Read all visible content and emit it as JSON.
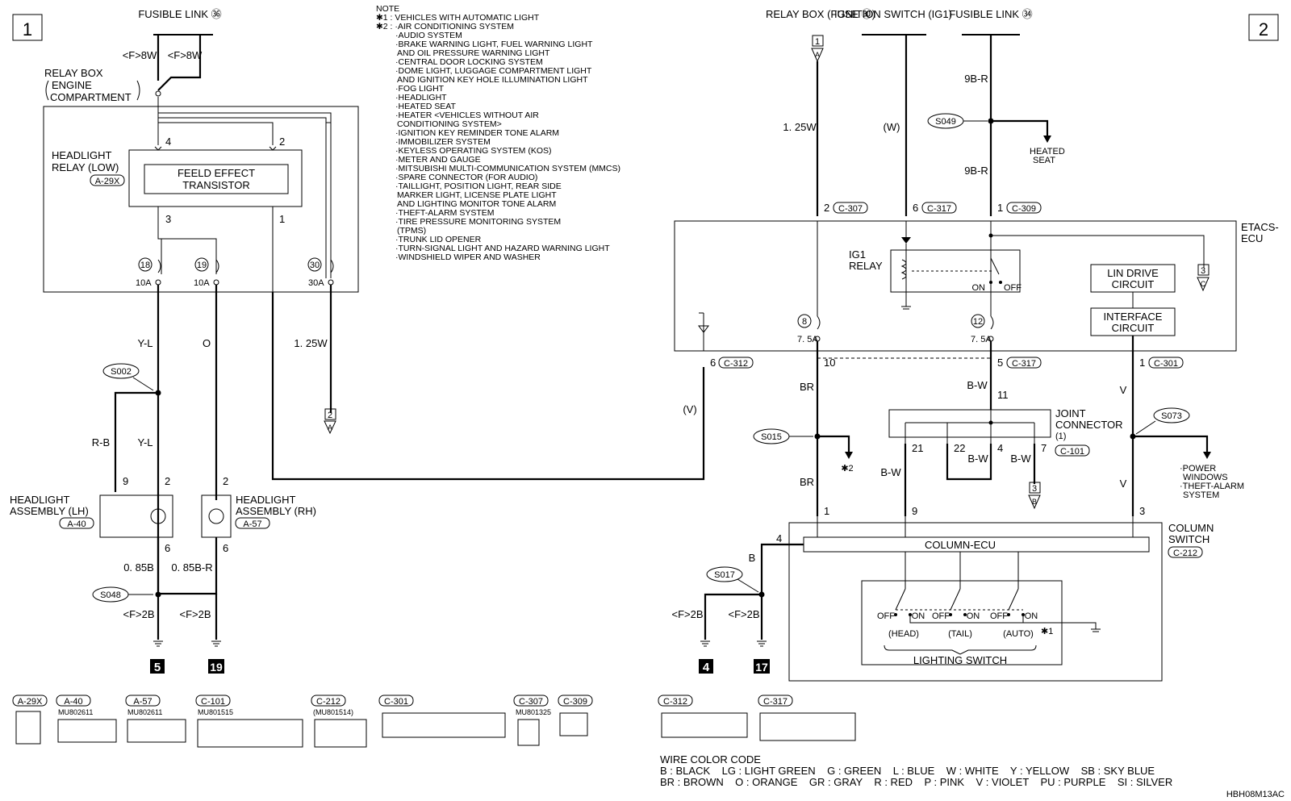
{
  "page_markers": {
    "left": "1",
    "right": "2"
  },
  "sources": {
    "fusible_link_36": "FUSIBLE LINK ㊱",
    "relay_box_fuse_30": "RELAY BOX (FUSE ㉚)",
    "ignition_switch": "IGNITION SWITCH (IG1)",
    "fusible_link_34": "FUSIBLE LINK ㉞"
  },
  "notes": {
    "title": "NOTE",
    "star1": "✱1 : VEHICLES WITH AUTOMATIC LIGHT",
    "star2_items": [
      "✱2 : ·AIR CONDITIONING SYSTEM",
      "·AUDIO SYSTEM",
      "·BRAKE WARNING LIGHT, FUEL WARNING LIGHT",
      "AND OIL PRESSURE WARNING LIGHT",
      "·CENTRAL DOOR LOCKING SYSTEM",
      "·DOME LIGHT, LUGGAGE COMPARTMENT LIGHT",
      "AND IGNITION KEY HOLE ILLUMINATION LIGHT",
      "·FOG LIGHT",
      "·HEADLIGHT",
      "·HEATED SEAT",
      "·HEATER <VEHICLES WITHOUT AIR",
      "CONDITIONING SYSTEM>",
      "·IGNITION KEY REMINDER TONE ALARM",
      "·IMMOBILIZER SYSTEM",
      "·KEYLESS OPERATING SYSTEM (KOS)",
      "·METER AND GAUGE",
      "·MITSUBISHI MULTI-COMMUNICATION SYSTEM (MMCS)",
      "·SPARE CONNECTOR (FOR AUDIO)",
      "·TAILLIGHT, POSITION LIGHT, REAR SIDE",
      "MARKER LIGHT, LICENSE PLATE LIGHT",
      "AND LIGHTING MONITOR TONE ALARM",
      "·THEFT-ALARM SYSTEM",
      "·TIRE PRESSURE MONITORING SYSTEM",
      "(TPMS)",
      "·TRUNK LID OPENER",
      "·TURN-SIGNAL LIGHT AND HAZARD WARNING LIGHT",
      "·WINDSHIELD WIPER AND WASHER"
    ]
  },
  "components": {
    "relay_box_line1": "RELAY BOX",
    "relay_box_line2": "ENGINE",
    "relay_box_line3": "COMPARTMENT",
    "headlight_relay_line1": "HEADLIGHT",
    "headlight_relay_line2": "RELAY (LOW)",
    "headlight_relay_conn": "A-29X",
    "fet_line1": "FEELD EFFECT",
    "fet_line2": "TRANSISTOR",
    "hl_lh_line1": "HEADLIGHT",
    "hl_lh_line2": "ASSEMBLY (LH)",
    "hl_lh_conn": "A-40",
    "hl_rh_line1": "HEADLIGHT",
    "hl_rh_line2": "ASSEMBLY (RH)",
    "hl_rh_conn": "A-57",
    "etacs_line1": "ETACS-",
    "etacs_line2": "ECU",
    "ig1_relay_line1": "IG1",
    "ig1_relay_line2": "RELAY",
    "relay_on": "ON",
    "relay_off": "OFF",
    "lin_line1": "LIN DRIVE",
    "lin_line2": "CIRCUIT",
    "iface_line1": "INTERFACE",
    "iface_line2": "CIRCUIT",
    "joint_line1": "JOINT",
    "joint_line2": "CONNECTOR",
    "joint_line3": "(1)",
    "joint_conn": "C-101",
    "column_line1": "COLUMN",
    "column_line2": "SWITCH",
    "column_conn": "C-212",
    "column_ecu": "COLUMN-ECU",
    "lighting_switch": "LIGHTING SWITCH",
    "sw_off": "OFF",
    "sw_on": "ON",
    "sw_head": "(HEAD)",
    "sw_tail": "(TAIL)",
    "sw_auto": "(AUTO)",
    "star1_mark": "✱1",
    "heated_seat_line1": "HEATED",
    "heated_seat_line2": "SEAT",
    "pw_line1": "·POWER",
    "pw_line2": "WINDOWS",
    "pw_line3": "·THEFT-ALARM",
    "pw_line4": "SYSTEM",
    "star2_mark": "✱2"
  },
  "wires": {
    "f8w": "<F>8W",
    "y_l": "Y-L",
    "r_b": "R-B",
    "o": "O",
    "w125": "1. 25W",
    "b085": "0. 85B",
    "b085r": "0. 85B-R",
    "f2b": "<F>2B",
    "w": "(W)",
    "b9r": "9B-R",
    "v_paren": "(V)",
    "br": "BR",
    "b_w": "B-W",
    "v": "V",
    "b": "B"
  },
  "pins": {
    "p4": "4",
    "p2": "2",
    "p3": "3",
    "p1": "1",
    "p9": "9",
    "p6": "6",
    "p10": "10",
    "p5": "5",
    "p11": "11",
    "p21": "21",
    "p22": "22",
    "p7": "7",
    "p8": "8",
    "p12": "12"
  },
  "fuses": {
    "f18": "18",
    "f19": "19",
    "f30": "30",
    "a10": "10A",
    "a30": "30A",
    "a75": "7. 5A"
  },
  "splices": {
    "s002": "S002",
    "s048": "S048",
    "s049": "S049",
    "s015": "S015",
    "s073": "S073",
    "s017": "S017"
  },
  "connector_refs": {
    "c307": "C-307",
    "c317": "C-317",
    "c309": "C-309",
    "c312": "C-312",
    "c301": "C-301"
  },
  "grounds": {
    "g5": "5",
    "g19": "19",
    "g4": "4",
    "g17": "17"
  },
  "offpage": {
    "a": "A",
    "b": "B",
    "c": "C"
  },
  "connector_table": [
    {
      "id": "A-29X",
      "part": ""
    },
    {
      "id": "A-40",
      "part": "MU802611"
    },
    {
      "id": "A-57",
      "part": "MU802611"
    },
    {
      "id": "C-101",
      "part": "MU801515"
    },
    {
      "id": "C-212",
      "part": "(MU801514)"
    },
    {
      "id": "C-301",
      "part": ""
    },
    {
      "id": "C-307",
      "part": "MU801325"
    },
    {
      "id": "C-309",
      "part": ""
    },
    {
      "id": "C-312",
      "part": ""
    },
    {
      "id": "C-317",
      "part": ""
    }
  ],
  "wire_color_code": {
    "title": "WIRE COLOR CODE",
    "row1": "B : BLACK    LG : LIGHT GREEN    G : GREEN    L : BLUE    W : WHITE    Y : YELLOW    SB : SKY BLUE",
    "row2": "BR : BROWN    O : ORANGE    GR : GRAY    R : RED    P : PINK    V : VIOLET    PU : PURPLE    SI : SILVER"
  },
  "doc_code": "HBH08M13AC"
}
